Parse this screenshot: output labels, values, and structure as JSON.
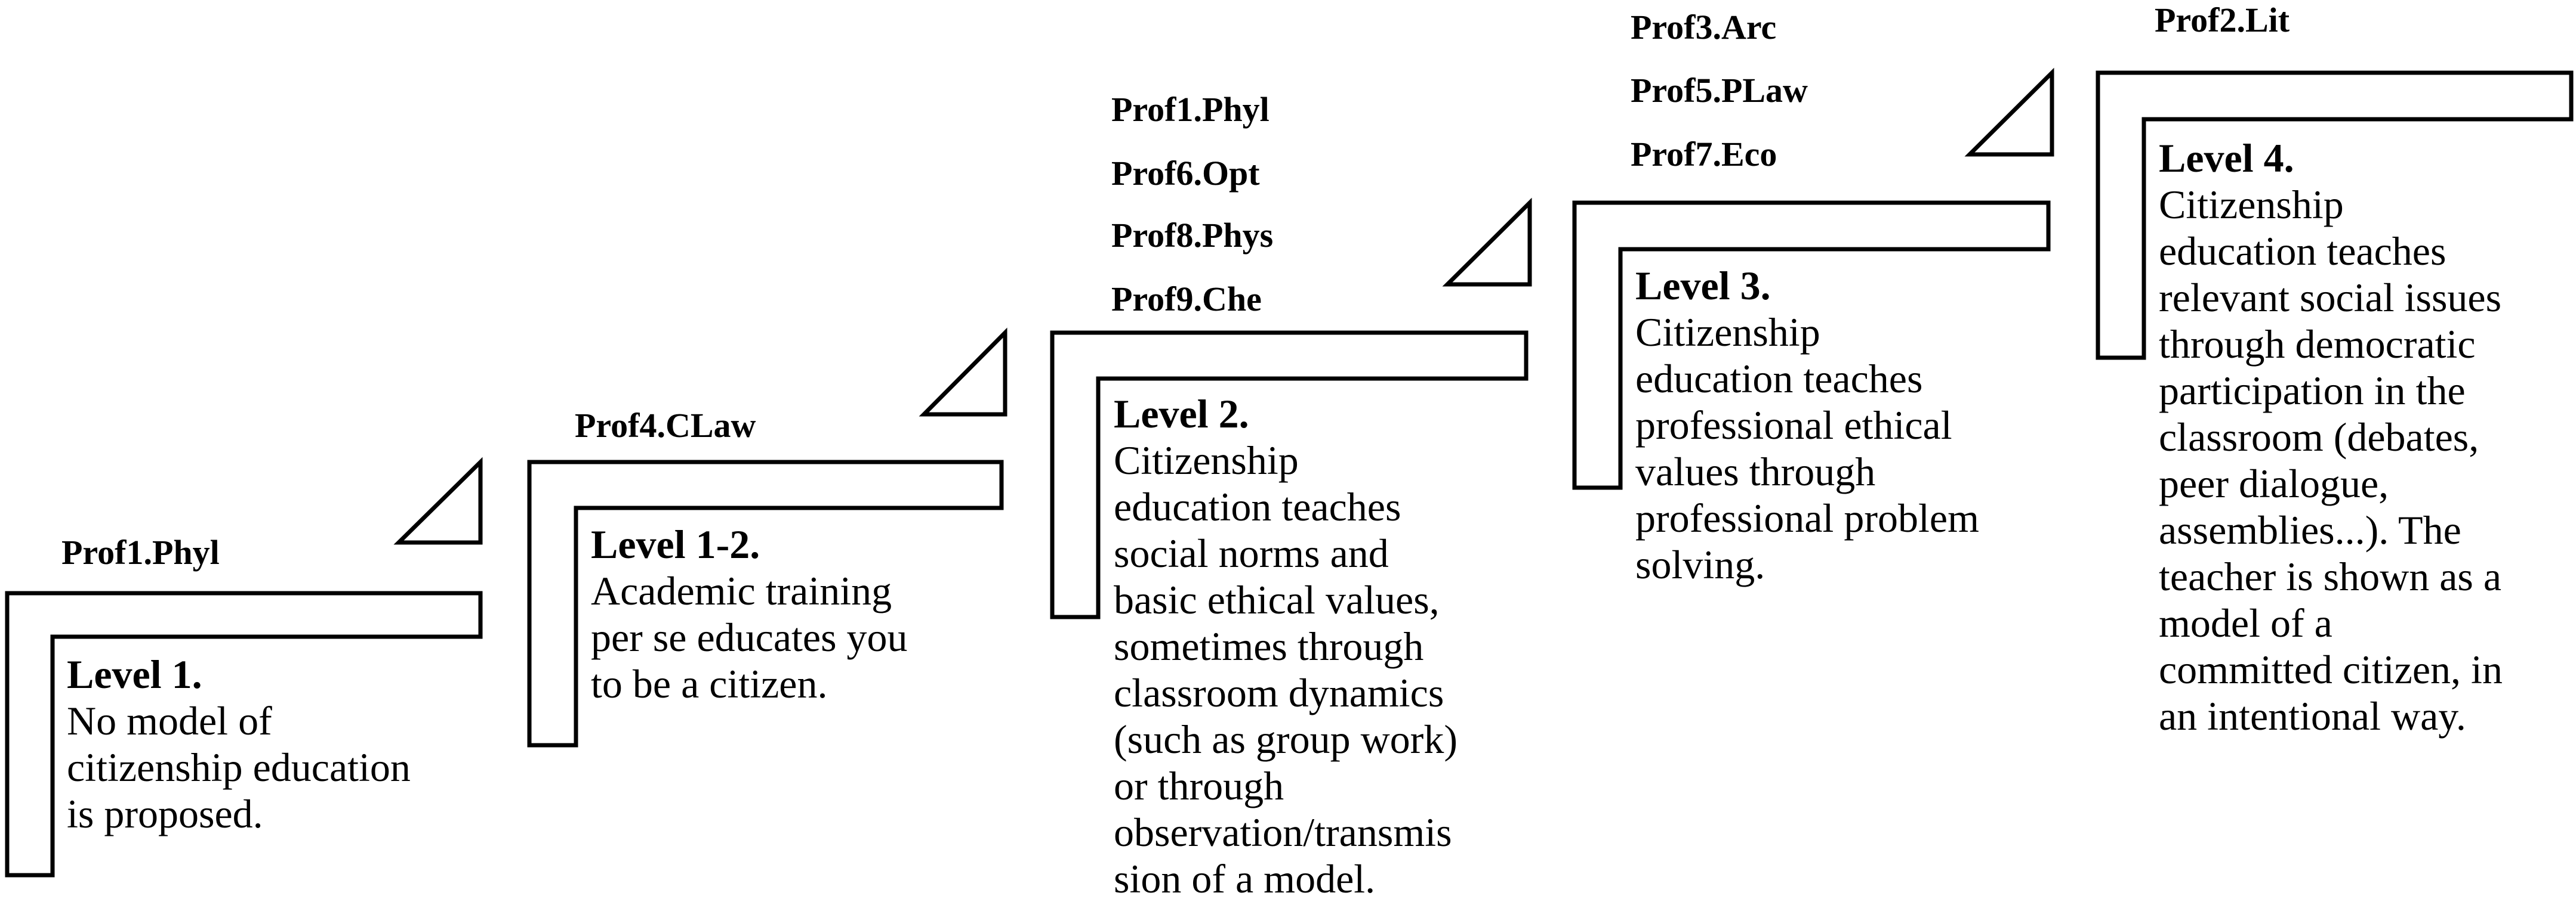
{
  "colors": {
    "stroke": "#000000",
    "text": "#000000",
    "background": "#ffffff"
  },
  "steps": [
    {
      "title": "Level 1.",
      "text": "No model of\ncitizenship education\nis proposed.",
      "professors": [
        "Prof1.Phyl"
      ]
    },
    {
      "title": "Level 1-2.",
      "text": "Academic training\nper se educates you\nto be a citizen.",
      "professors": [
        "Prof4.CLaw"
      ]
    },
    {
      "title": "Level 2.",
      "text": "Citizenship\neducation teaches\nsocial norms and\nbasic ethical values,\nsometimes through\nclassroom dynamics\n(such as group work)\nor through\nobservation/transmis\nsion of a model.",
      "professors": [
        "Prof1.Phyl",
        "Prof6.Opt",
        "Prof8.Phys",
        "Prof9.Che"
      ]
    },
    {
      "title": "Level 3.",
      "text": "Citizenship\neducation teaches\nprofessional ethical\nvalues through\nprofessional problem\nsolving.",
      "professors": [
        "Prof3.Arc",
        "Prof5.PLaw",
        "Prof7.Eco"
      ]
    },
    {
      "title": "Level 4.",
      "text": "Citizenship\neducation teaches\nrelevant social issues\nthrough democratic\nparticipation in the\nclassroom (debates,\npeer dialogue,\nassemblies...). The\nteacher is shown as a\nmodel of a\ncommitted citizen, in\nan intentional way.",
      "professors": [
        "Prof2.Lit"
      ]
    }
  ]
}
